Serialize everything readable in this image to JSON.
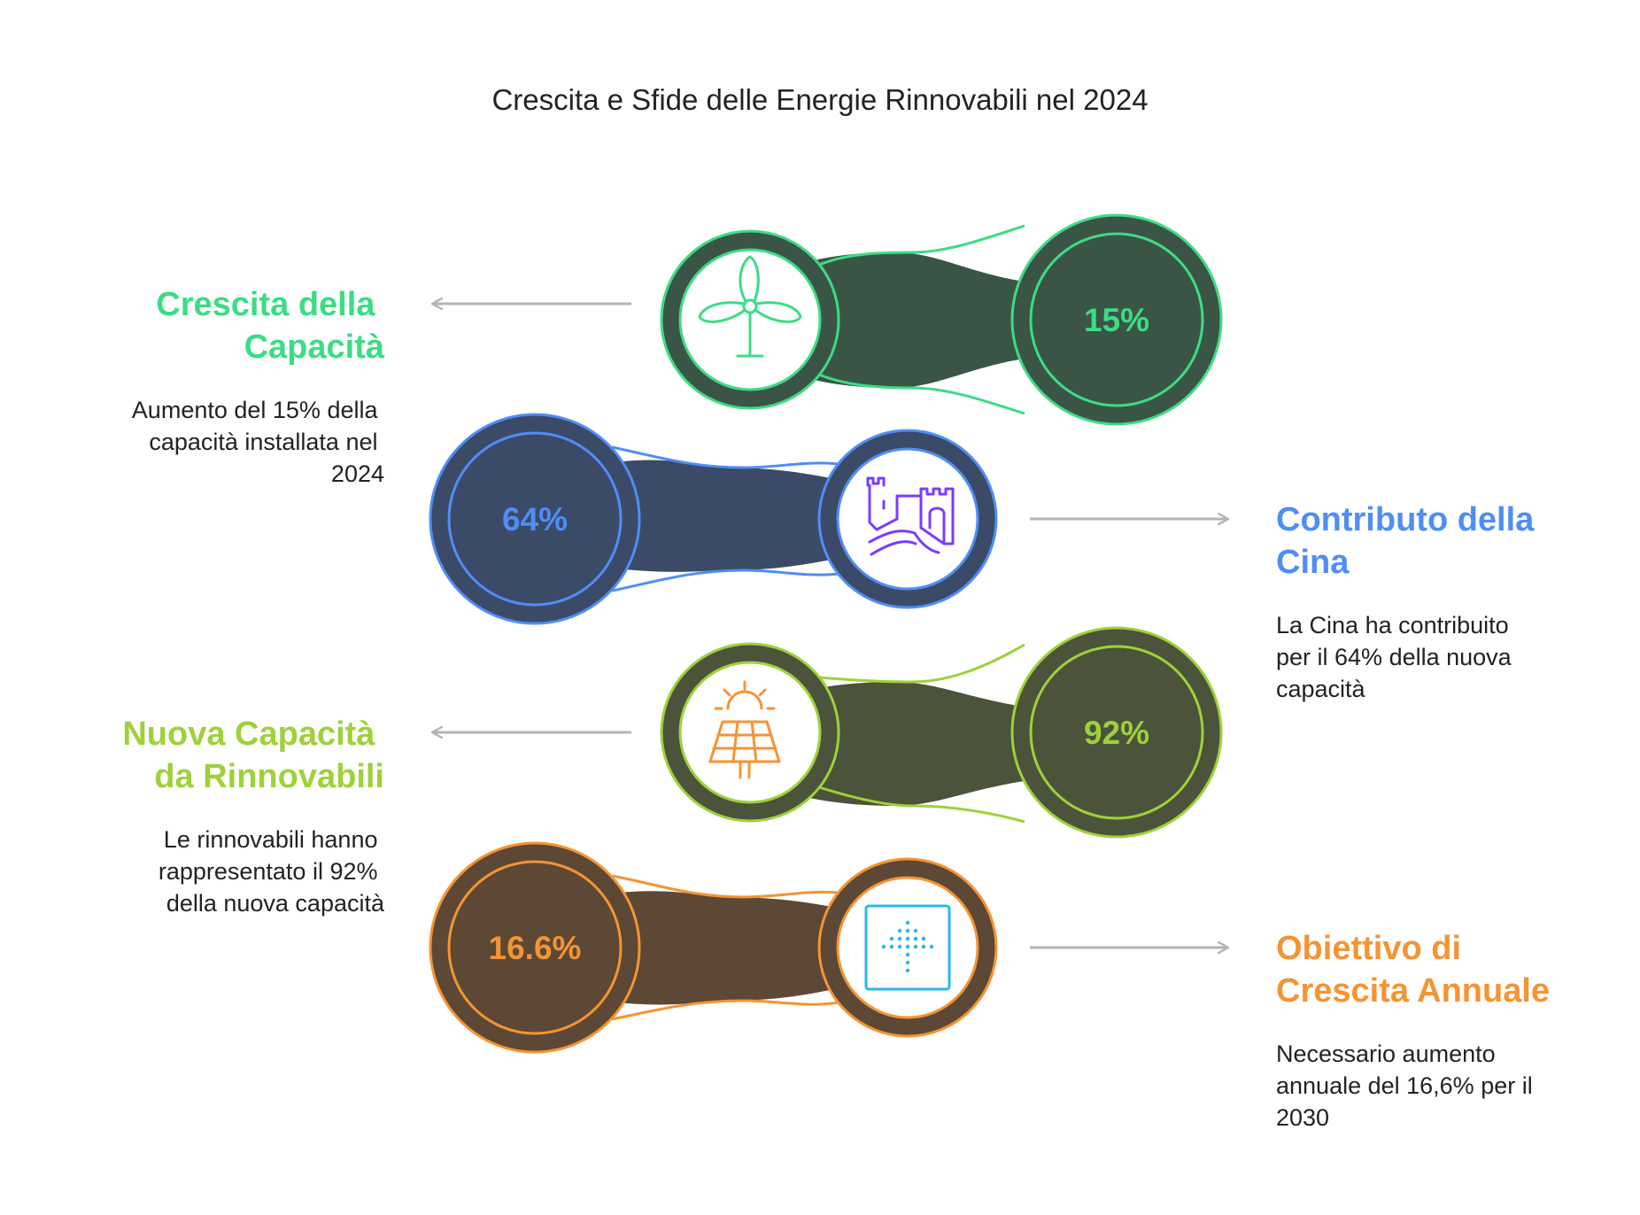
{
  "title": "Crescita e Sfide delle Energie Rinnovabili nel 2024",
  "items": [
    {
      "heading_lines": [
        "Crescita della",
        "Capacità"
      ],
      "description_lines": [
        "Aumento del 15% della",
        "capacità installata nel",
        "2024"
      ],
      "value": "15%",
      "icon": "wind-turbine-icon",
      "color": "#3ddc84",
      "fill": "#3a5546"
    },
    {
      "heading_lines": [
        "Contributo della",
        "Cina"
      ],
      "description_lines": [
        "La Cina ha contribuito",
        "per il 64% della nuova",
        "capacità"
      ],
      "value": "64%",
      "icon": "great-wall-icon",
      "color": "#4f8df7",
      "fill": "#3b4a66"
    },
    {
      "heading_lines": [
        "Nuova Capacità",
        "da Rinnovabili"
      ],
      "description_lines": [
        "Le rinnovabili hanno",
        "rappresentato il 92%",
        "della nuova capacità"
      ],
      "value": "92%",
      "icon": "solar-panel-icon",
      "color": "#9ed13b",
      "fill": "#4b533a"
    },
    {
      "heading_lines": [
        "Obiettivo di",
        "Crescita Annuale"
      ],
      "description_lines": [
        "Necessario aumento",
        "annuale del 16,6% per il",
        "2030"
      ],
      "value": "16.6%",
      "icon": "upward-arrow-grid-icon",
      "color": "#f59433",
      "fill": "#5c4835"
    }
  ]
}
